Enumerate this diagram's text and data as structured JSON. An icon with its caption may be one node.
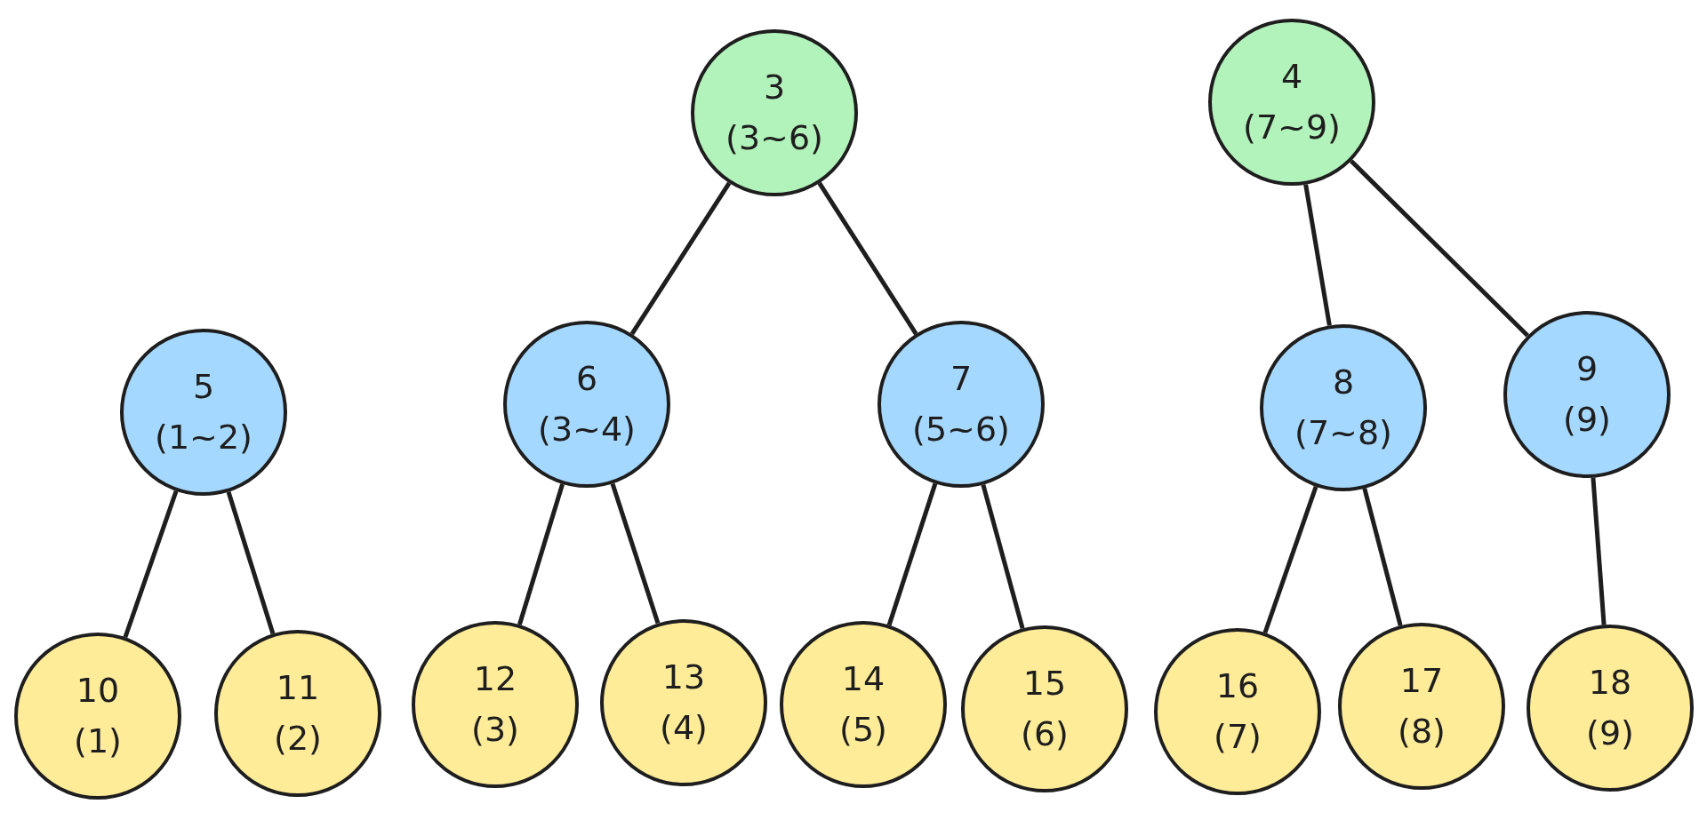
{
  "diagram": {
    "nodes": [
      {
        "text": [
          "3",
          "(3~6)"
        ]
      },
      {
        "text": [
          "4",
          "(7~9)"
        ]
      },
      {
        "text": [
          "5",
          "(1~2)"
        ]
      },
      {
        "text": [
          "6",
          "(3~4)"
        ]
      },
      {
        "text": [
          "7",
          "(5~6)"
        ]
      },
      {
        "text": [
          "8",
          "(7~8)"
        ]
      },
      {
        "text": [
          "9",
          "(9)"
        ]
      },
      {
        "text": [
          "10",
          "(1)"
        ]
      },
      {
        "text": [
          "11",
          "(2)"
        ]
      },
      {
        "text": [
          "12",
          "(3)"
        ]
      },
      {
        "text": [
          "13",
          "(4)"
        ]
      },
      {
        "text": [
          "14",
          "(5)"
        ]
      },
      {
        "text": [
          "15",
          "(6)"
        ]
      },
      {
        "text": [
          "16",
          "(7)"
        ]
      },
      {
        "text": [
          "17",
          "(8)"
        ]
      },
      {
        "text": [
          "18",
          "(9)"
        ]
      }
    ],
    "edges": [
      {
        "from": 0,
        "to": 3,
        "arrow": "none"
      },
      {
        "from": 0,
        "to": 4,
        "arrow": "none"
      },
      {
        "from": 1,
        "to": 5,
        "arrow": "none"
      },
      {
        "from": 1,
        "to": 6,
        "arrow": "none"
      },
      {
        "from": 2,
        "to": 7,
        "arrow": "none"
      },
      {
        "from": 2,
        "to": 8,
        "arrow": "none"
      },
      {
        "from": 3,
        "to": 9,
        "arrow": "none"
      },
      {
        "from": 3,
        "to": 10,
        "arrow": "none"
      },
      {
        "from": 4,
        "to": 11,
        "arrow": "none"
      },
      {
        "from": 4,
        "to": 12,
        "arrow": "none"
      },
      {
        "from": 5,
        "to": 13,
        "arrow": "none"
      },
      {
        "from": 5,
        "to": 14,
        "arrow": "none"
      },
      {
        "from": 6,
        "to": 15,
        "arrow": "none"
      }
    ]
  }
}
